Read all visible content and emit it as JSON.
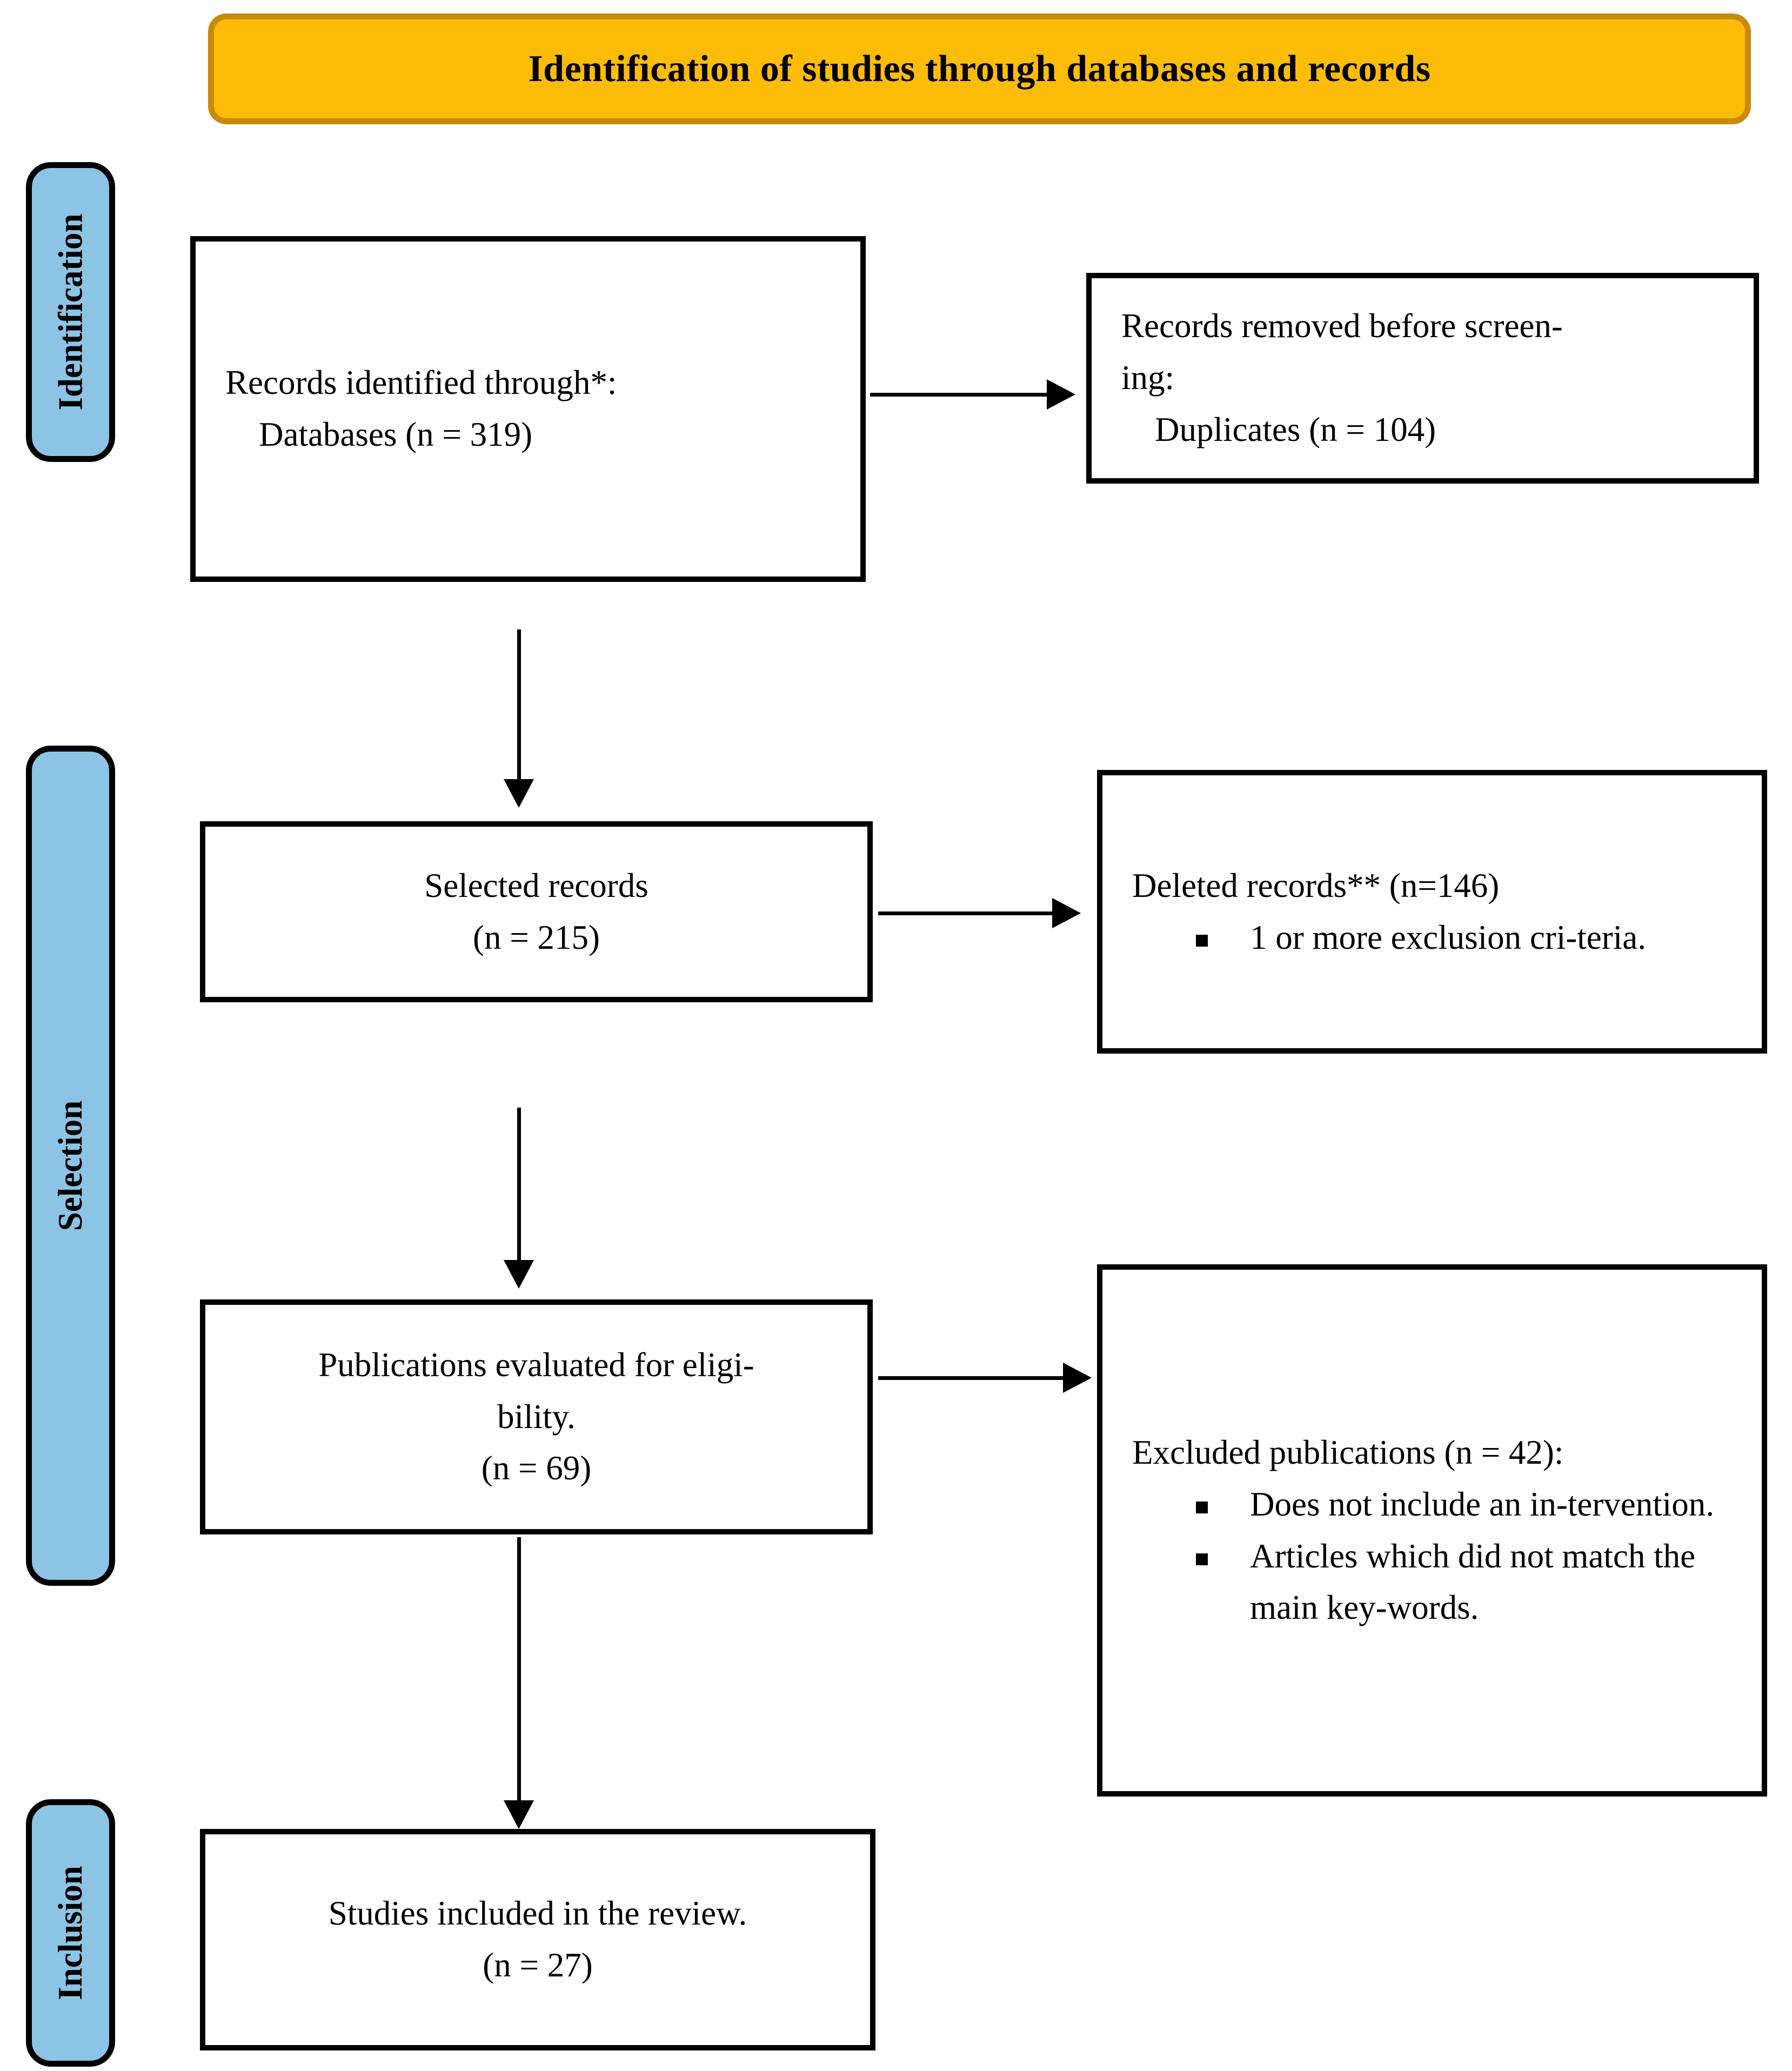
{
  "header": {
    "title": "Identification of studies through databases and records",
    "fill_color": "#FCBC07",
    "border_color": "#C98A09"
  },
  "stages": [
    {
      "label": "Identification"
    },
    {
      "label": "Selection"
    },
    {
      "label": "Inclusion"
    }
  ],
  "stage_color": "#8CC4E6",
  "boxes": {
    "identified": {
      "line1": "Records identified through*:",
      "line2": "Databases (n = 319)"
    },
    "removed": {
      "line1": "Records removed before screen-",
      "line2": "ing:",
      "line3": "Duplicates (n = 104)"
    },
    "selected": {
      "line1": "Selected records",
      "line2": "(n = 215)"
    },
    "deleted": {
      "line1": "Deleted records** (n=146)",
      "bullets": [
        "1 or more exclusion cri-teria."
      ]
    },
    "eligibility": {
      "line1": "Publications evaluated for eligi-",
      "line2": "bility.",
      "line3": "(n = 69)"
    },
    "excluded": {
      "line1": "Excluded publications (n = 42):",
      "bullets": [
        "Does not include an in-tervention.",
        "Articles which did not match the main key-words."
      ]
    },
    "included": {
      "line1": "Studies included in the review.",
      "line2": "(n = 27)"
    }
  }
}
